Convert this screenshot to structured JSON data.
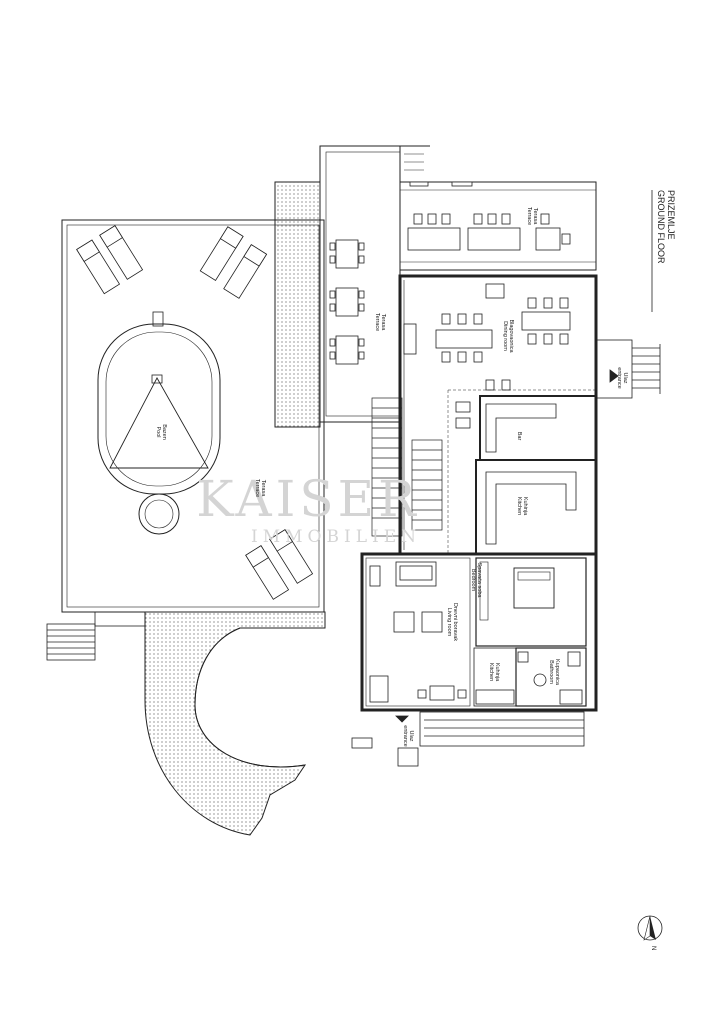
{
  "title": {
    "line1": "PRIZEMLJE",
    "line2": "GROUND FLOOR"
  },
  "rooms": {
    "terrace_top_hr": "Terasa",
    "terrace_top_en": "Terrace",
    "terrace_mid_hr": "Terasa",
    "terrace_mid_en": "Terrace",
    "terrace_main_hr": "Terasa",
    "terrace_main_en": "Terrace",
    "pool_hr": "Bazen",
    "pool_en": "Pool",
    "dining_hr": "Blagovaonica",
    "dining_en": "Dining room",
    "bar": "Bar",
    "kitchen_hr": "Kuhinja",
    "kitchen_en": "Kitchen",
    "bedroom_hr": "Spavaća soba",
    "bedroom_en": "Bedroom",
    "living_hr": "Dnevni boravak",
    "living_en": "Living room",
    "kitchen2_hr": "Kuhinja",
    "kitchen2_en": "Kitchen",
    "bathroom_hr": "Kupaonica",
    "bathroom_en": "Bathroom",
    "entrance_side_hr": "Ulaz",
    "entrance_side_en": "entrance",
    "entrance_main_hr": "Ulaz",
    "entrance_main_en": "entrance"
  },
  "watermark": {
    "line1": "KAISER",
    "line2": "IMMOBILIEN"
  },
  "north_label": "N",
  "colors": {
    "line": "#222222",
    "hatch": "#555555",
    "watermark": "#d4d4d4"
  }
}
